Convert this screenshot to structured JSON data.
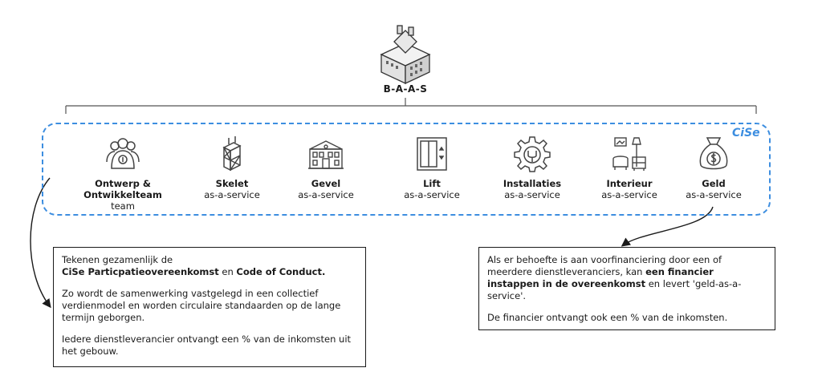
{
  "header": {
    "title": "B-A-A-S"
  },
  "brand": {
    "logo_text": "CiSe",
    "accent": "#3d8ee0",
    "ink": "#1a1a1a"
  },
  "services": [
    {
      "title": "Ontwerp & Ontwikkelteam",
      "subtitle": "team",
      "icon": "team-icon"
    },
    {
      "title": "Skelet",
      "subtitle": "as-a-service",
      "icon": "skeleton-frame-icon"
    },
    {
      "title": "Gevel",
      "subtitle": "as-a-service",
      "icon": "facade-icon"
    },
    {
      "title": "Lift",
      "subtitle": "as-a-service",
      "icon": "elevator-icon"
    },
    {
      "title": "Installaties",
      "subtitle": "as-a-service",
      "icon": "gear-installation-icon"
    },
    {
      "title": "Interieur",
      "subtitle": "as-a-service",
      "icon": "interior-furniture-icon"
    },
    {
      "title": "Geld",
      "subtitle": "as-a-service",
      "icon": "money-bag-icon"
    }
  ],
  "left_note": {
    "line1": "Tekenen gezamenlijk de",
    "bold1": "CiSe Particpatieovereenkomst",
    "mid1": " en ",
    "bold2": "Code of Conduct.",
    "para2": "Zo wordt de samenwerking vastgelegd in een collectief verdienmodel en worden circulaire standaarden op de lange termijn geborgen.",
    "para3": "Iedere dienstleverancier ontvangt een % van de inkomsten uit het gebouw."
  },
  "right_note": {
    "text1": "Als er behoefte is aan voorfinanciering door een of meerdere dienstleveranciers, kan ",
    "bold1": "een financier instappen in de overeenkomst",
    "text2": " en levert 'geld-as-a-service'.",
    "para2": "De financier ontvangt ook een % van de inkomsten."
  }
}
